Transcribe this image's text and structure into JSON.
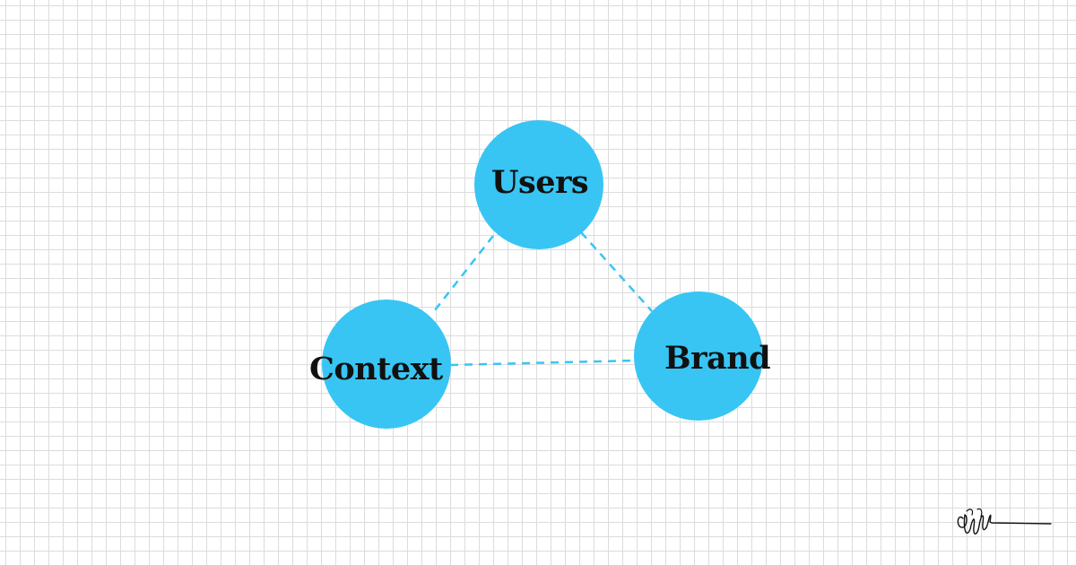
{
  "diagram": {
    "nodes": [
      {
        "id": "users",
        "label": "Users"
      },
      {
        "id": "context",
        "label": "Context"
      },
      {
        "id": "brand",
        "label": "Brand"
      }
    ],
    "edges": [
      {
        "from": "users",
        "to": "context",
        "style": "dashed"
      },
      {
        "from": "users",
        "to": "brand",
        "style": "dashed"
      },
      {
        "from": "context",
        "to": "brand",
        "style": "dashed"
      }
    ]
  },
  "colors": {
    "node_fill": "#38c5f3",
    "edge_stroke": "#38c5f3",
    "grid_line": "#dcdcdc",
    "label_text": "#111111"
  },
  "signature": {
    "type": "handwritten-signature"
  }
}
